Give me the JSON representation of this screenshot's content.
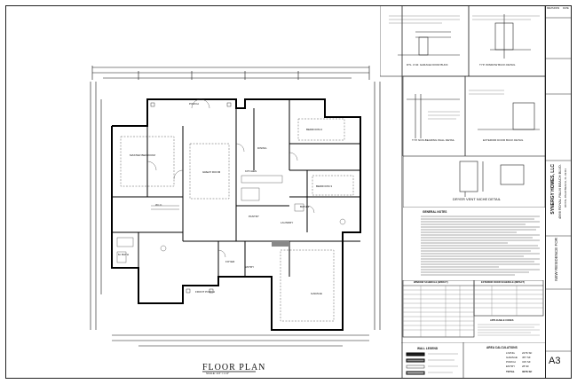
{
  "floor_plan": {
    "title": "FLOOR PLAN",
    "scale": "SCALE: 1/4\" = 1'-0\"",
    "rooms": [
      "PORCH",
      "MASTER BEDROOM",
      "GREAT ROOM",
      "BEDROOM 2",
      "BEDROOM 3",
      "KITCHEN",
      "DINING",
      "PANTRY",
      "LAUNDRY",
      "M. BATH",
      "W.I.C.",
      "BATH 2",
      "FOYER",
      "GARAGE",
      "ENTRY",
      "FRONT PORCH"
    ]
  },
  "details": {
    "garage_door_buck": "DTL. # 04: GARAGE DOOR BUCK",
    "window_buck": "TYP. WINDOW BUCK DETAIL",
    "non_bearing_wall": "TYP. NON-BEARING WALL DETAIL",
    "exterior_door_buck": "EXTERIOR DOOR BUCK DETAIL",
    "dryer_vent": "DRYER VENT NICHE DETAIL",
    "scale_note": "SCALE: NTS"
  },
  "general_notes": {
    "title": "GENERAL NOTES"
  },
  "schedules": {
    "window_title": "WINDOW SCHEDULE (IMPACT)",
    "door_title": "EXTERIOR DOOR SCHEDULE (IMPACT)",
    "codes_title": "APPLICABLE CODES",
    "area_title": "AREA CALCULATIONS",
    "areas": [
      {
        "label": "LIVING",
        "value": "2276 SF"
      },
      {
        "label": "GARAGE",
        "value": "457 SF"
      },
      {
        "label": "PORCH",
        "value": "315 SF"
      },
      {
        "label": "ENTRY",
        "value": "28 SF"
      },
      {
        "label": "TOTAL",
        "value": "3076 SF"
      }
    ],
    "wall_legend_title": "WALL LEGEND"
  },
  "title_block": {
    "revisions": "REVISIONS",
    "date": "DATE",
    "project": "SYNERGY HOMES, LLC",
    "address": "4566 ROYAL PALM BEACH BLVD.",
    "city": "ROYAL PALM BEACH, FL 33411",
    "owner": "NEW RESIDENCE FOR",
    "sheet": "A3"
  }
}
